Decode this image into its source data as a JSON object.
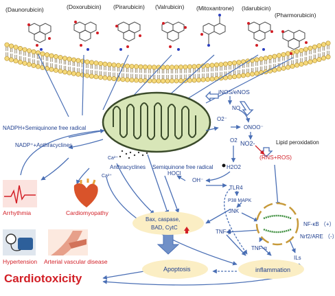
{
  "drugs": [
    {
      "label": "(Daunorubicin)"
    },
    {
      "label": "(Doxorubicin)"
    },
    {
      "label": "(Pirarubicin)"
    },
    {
      "label": "(Valrubicin)"
    },
    {
      "label": "(Mitoxantrone)"
    },
    {
      "label": "(Idarubicin)"
    },
    {
      "label": "(Pharmorubicin)"
    }
  ],
  "pathway": {
    "inos": "iNOS/eNOS",
    "no": "NO",
    "onoo": "ONOO⁻",
    "o2_radical": "O2⁻",
    "no2": "NO2-",
    "lipid_peroxidation": "Lipid peroxidation",
    "rns_ros": "(RNS+ROS)",
    "o2": "O2",
    "h2o2": "H2O2",
    "hocl": "HOCl",
    "oh": "OH⁻",
    "nadph_radical": "NADPH+Semiquinone free radical",
    "nadp_anthracyclines": "NADP⁺+Anthracyclines",
    "ca_upper": "Ca²⁺",
    "ca_lower": "Ca²⁺",
    "anthracyclines": "Anthracyclines",
    "semiquinone": "Semiquinone free radical",
    "tlr4": "TLR4",
    "p38": "P38 MAPK",
    "jnk": "JNK",
    "tnf_beta": "TNF-β",
    "tnf_alpha": "TNF-α",
    "nfkb": "NF-κB （+）",
    "nrf2": "Nrf2/ARE （-）",
    "ils": "ILs",
    "bax_line1": "Bax,   caspase,",
    "bax_line2": "BAD, CytC",
    "apoptosis": "Apoptosis",
    "inflammation": "inflammation"
  },
  "conditions": [
    {
      "label": "Arrhythmia"
    },
    {
      "label": "Cardiomyopathy"
    },
    {
      "label": "Hypertension"
    },
    {
      "label": "Arterial vascular disease"
    }
  ],
  "title": "Cardiotoxicity",
  "colors": {
    "blue_text": "#1f3f8f",
    "red_text": "#d21f26",
    "arrow_blue": "#4a6fb5",
    "ellipse_fill": "#fbeec4",
    "mito_fill": "#d8e6b8",
    "membrane_head": "#f5d97a"
  }
}
